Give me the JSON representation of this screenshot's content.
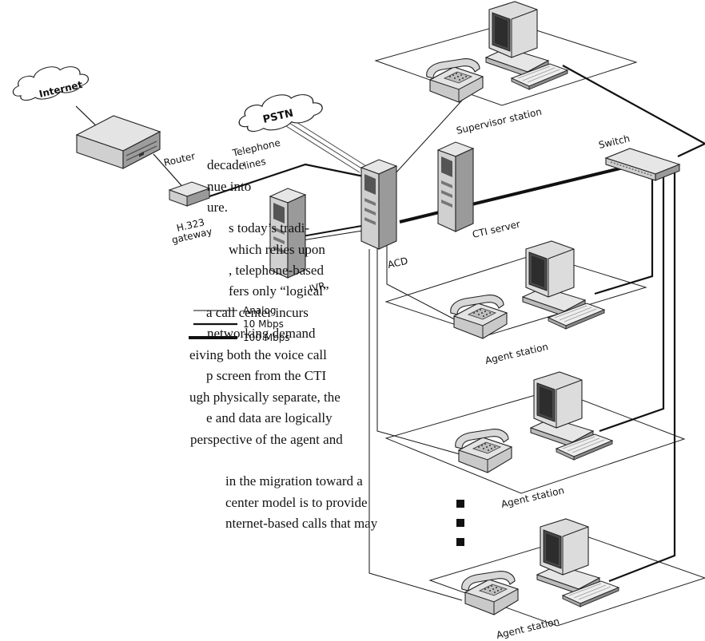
{
  "body_text": [
    "decade",
    "nue into",
    "ure.",
    "s today’s tradi-",
    "which relies upon",
    ", telephone-based",
    "fers only “logical”",
    "a call center incurs",
    "networking demand",
    "eiving both the voice call",
    "p screen from the CTI",
    "ugh physically separate, the",
    "e and data are logically",
    "perspective of the agent and",
    "",
    "in the migration toward a",
    "center model is to provide",
    "nternet-based calls that may"
  ],
  "labels": {
    "internet": "Internet",
    "pstn": "PSTN",
    "router": "Router",
    "telephone_lines": [
      "Telephone",
      "lines"
    ],
    "h323": [
      "H.323",
      "gateway"
    ],
    "acd": "ACD",
    "ivr": "IVR",
    "cti_server": "CTI server",
    "switch": "Switch",
    "supervisor_station": "Supervisor station",
    "agent_station": "Agent station"
  },
  "legend": {
    "analog": "Analog",
    "ten": "10 Mbps",
    "hundred": "100 Mbps"
  },
  "icons": {
    "cloud": "cloud-icon",
    "router": "router-icon",
    "gateway": "gateway-icon",
    "tower": "server-tower-icon",
    "switch": "network-switch-icon",
    "telephone": "telephone-icon",
    "computer": "computer-icon",
    "ellipsis": "vertical-ellipsis-icon"
  }
}
